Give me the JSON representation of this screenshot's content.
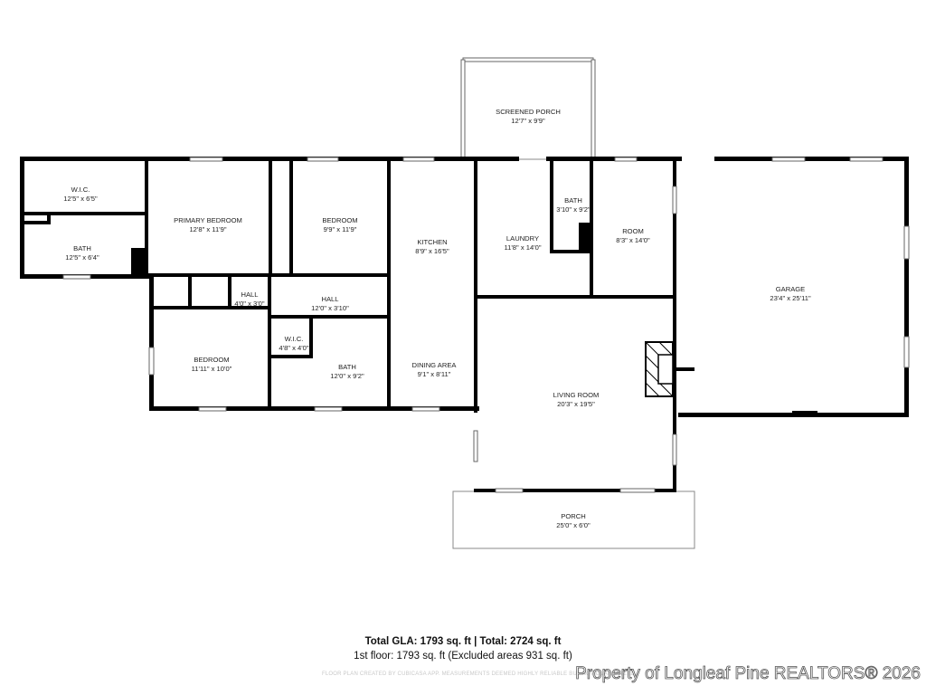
{
  "rooms": [
    {
      "id": "wic-1",
      "name": "W.I.C.",
      "dims": "12'5\" x 6'5\""
    },
    {
      "id": "bath-1",
      "name": "BATH",
      "dims": "12'5\" x 6'4\""
    },
    {
      "id": "primary-bedroom",
      "name": "PRIMARY BEDROOM",
      "dims": "12'8\" x 11'9\""
    },
    {
      "id": "bedroom-1",
      "name": "BEDROOM",
      "dims": "9'9\" x 11'9\""
    },
    {
      "id": "kitchen",
      "name": "KITCHEN",
      "dims": "8'9\" x 16'5\""
    },
    {
      "id": "screened-porch",
      "name": "SCREENED PORCH",
      "dims": "12'7\" x 9'9\""
    },
    {
      "id": "laundry",
      "name": "LAUNDRY",
      "dims": "11'8\" x 14'0\""
    },
    {
      "id": "bath-2",
      "name": "BATH",
      "dims": "3'10\" x 9'2\""
    },
    {
      "id": "room",
      "name": "ROOM",
      "dims": "8'3\" x 14'0\""
    },
    {
      "id": "garage",
      "name": "GARAGE",
      "dims": "23'4\" x 25'11\""
    },
    {
      "id": "hall-1",
      "name": "HALL",
      "dims": "4'0\" x 3'0\""
    },
    {
      "id": "hall-2",
      "name": "HALL",
      "dims": "12'0\" x 3'10\""
    },
    {
      "id": "wic-2",
      "name": "W.I.C.",
      "dims": "4'8\" x 4'0\""
    },
    {
      "id": "bedroom-2",
      "name": "BEDROOM",
      "dims": "11'11\" x 10'0\""
    },
    {
      "id": "bath-3",
      "name": "BATH",
      "dims": "12'0\" x 9'2\""
    },
    {
      "id": "dining-area",
      "name": "DINING AREA",
      "dims": "9'1\" x 8'11\""
    },
    {
      "id": "living-room",
      "name": "LIVING ROOM",
      "dims": "20'3\" x 19'5\""
    },
    {
      "id": "porch",
      "name": "PORCH",
      "dims": "25'0\" x 6'0\""
    }
  ],
  "footer": {
    "total_line": "Total GLA: 1793 sq. ft | Total: 2724 sq. ft",
    "floor_line": "1st floor: 1793 sq. ft (Excluded areas 931 sq. ft)",
    "credit": "FLOOR PLAN CREATED BY CUBICASA APP. MEASUREMENTS DEEMED HIGHLY RELIABLE BUT NOT GUARANTEED.",
    "watermark": "Property of Longleaf Pine REALTORS® 2026"
  }
}
